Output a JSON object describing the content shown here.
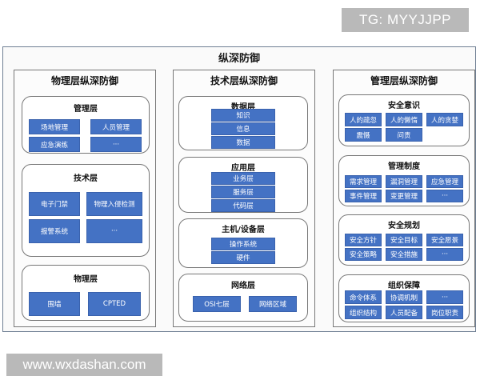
{
  "watermarks": {
    "top": "TG: MYYJJPP",
    "bottom": "www.wxdashan.com"
  },
  "diagram": {
    "title": "纵深防御",
    "columns": [
      {
        "title": "物理层纵深防御",
        "groups": [
          {
            "title": "管理层",
            "cells": [
              "场地管理",
              "人员管理",
              "应急演练",
              "···"
            ]
          },
          {
            "title": "技术层",
            "cells": [
              "电子门禁",
              "物理入侵检测",
              "报警系统",
              "···"
            ]
          },
          {
            "title": "物理层",
            "cells": [
              "围墙",
              "CPTED"
            ]
          }
        ]
      },
      {
        "title": "技术层纵深防御",
        "groups": [
          {
            "title": "数据层",
            "cells": [
              "知识",
              "信息",
              "数据"
            ]
          },
          {
            "title": "应用层",
            "cells": [
              "业务层",
              "服务层",
              "代码层"
            ]
          },
          {
            "title": "主机/设备层",
            "cells": [
              "操作系统",
              "硬件"
            ]
          },
          {
            "title": "网络层",
            "cells": [
              "OSI七层",
              "网络区域"
            ]
          }
        ]
      },
      {
        "title": "管理层纵深防御",
        "groups": [
          {
            "title": "安全意识",
            "cells": [
              "人的疏忽",
              "人的懒惰",
              "人的贪婪",
              "震慑",
              "问责"
            ]
          },
          {
            "title": "管理制度",
            "cells": [
              "需求管理",
              "漏洞管理",
              "应急管理",
              "事件管理",
              "变更管理",
              "···"
            ]
          },
          {
            "title": "安全规划",
            "cells": [
              "安全方针",
              "安全目标",
              "安全愿景",
              "安全策略",
              "安全措施",
              "···"
            ]
          },
          {
            "title": "组织保障",
            "cells": [
              "命令体系",
              "协调机制",
              "···",
              "组织结构",
              "人员配备",
              "岗位职责"
            ]
          }
        ]
      }
    ]
  },
  "colors": {
    "cell_fill": "#4472c4",
    "cell_text": "#ffffff",
    "border": "#777777"
  }
}
